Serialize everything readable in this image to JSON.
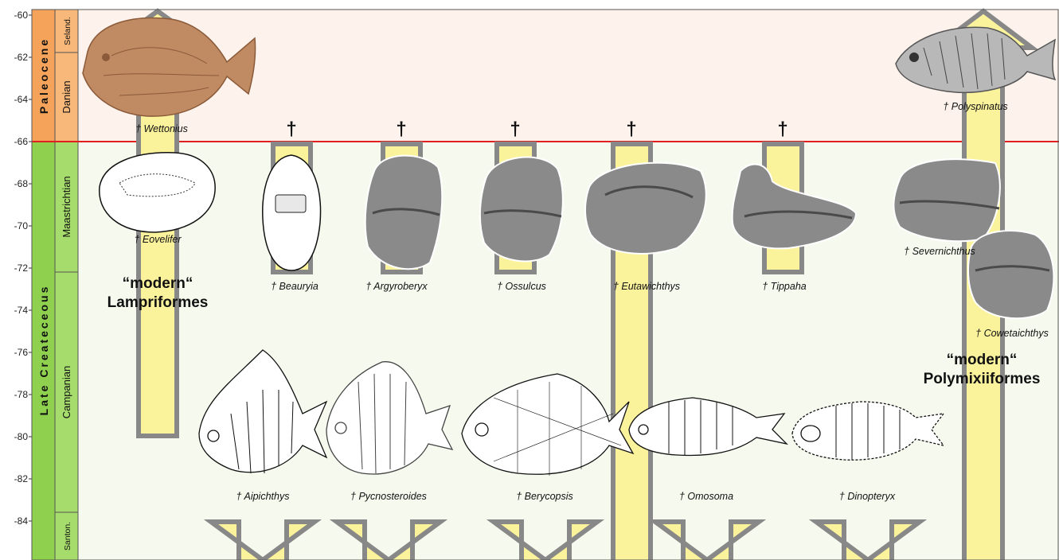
{
  "axis": {
    "ticks": [
      "-60",
      "-62",
      "-64",
      "-66",
      "-68",
      "-70",
      "-72",
      "-74",
      "-76",
      "-78",
      "-80",
      "-82",
      "-84"
    ]
  },
  "eras": [
    {
      "label": "Paleocene"
    },
    {
      "label": "Late Createceous"
    }
  ],
  "stages": [
    {
      "label": "Seland."
    },
    {
      "label": "Danian"
    },
    {
      "label": "Maastrichtian"
    },
    {
      "label": "Campanian"
    },
    {
      "label": "Santon."
    }
  ],
  "groups": {
    "lampriformes_1": "“modern“",
    "lampriformes_2": "Lampriformes",
    "polymixiiformes_1": "“modern“",
    "polymixiiformes_2": "Polymixiiformes"
  },
  "extinction_marker": "†",
  "taxa": {
    "wettonius": "† Wettonius",
    "polyspinatus": "† Polyspinatus",
    "eovelifer": "† Eovelifer",
    "beauryia": "† Beauryia",
    "argyroberyx": "† Argyroberyx",
    "ossulcus": "† Ossulcus",
    "eutawichthys": "† Eutawichthys",
    "tippaha": "† Tippaha",
    "severnichthus": "† Severnichthus",
    "cowetaichthys": "† Cowetaichthys",
    "aipichthys": "† Aipichthys",
    "pycnosteroides": "† Pycnosteroides",
    "berycopsis": "† Berycopsis",
    "omosoma": "† Omosoma",
    "dinopteryx": "† Dinopteryx"
  },
  "colors": {
    "paleocene_era": "#f5a35a",
    "paleocene_bg": "#fdf3ec",
    "cretaceous_era": "#8fd14f",
    "cretaceous_bg": "#f6faee",
    "boundary_line": "#e0201e",
    "lineage_fill": "#fbf39c",
    "lineage_stroke": "#888888"
  }
}
